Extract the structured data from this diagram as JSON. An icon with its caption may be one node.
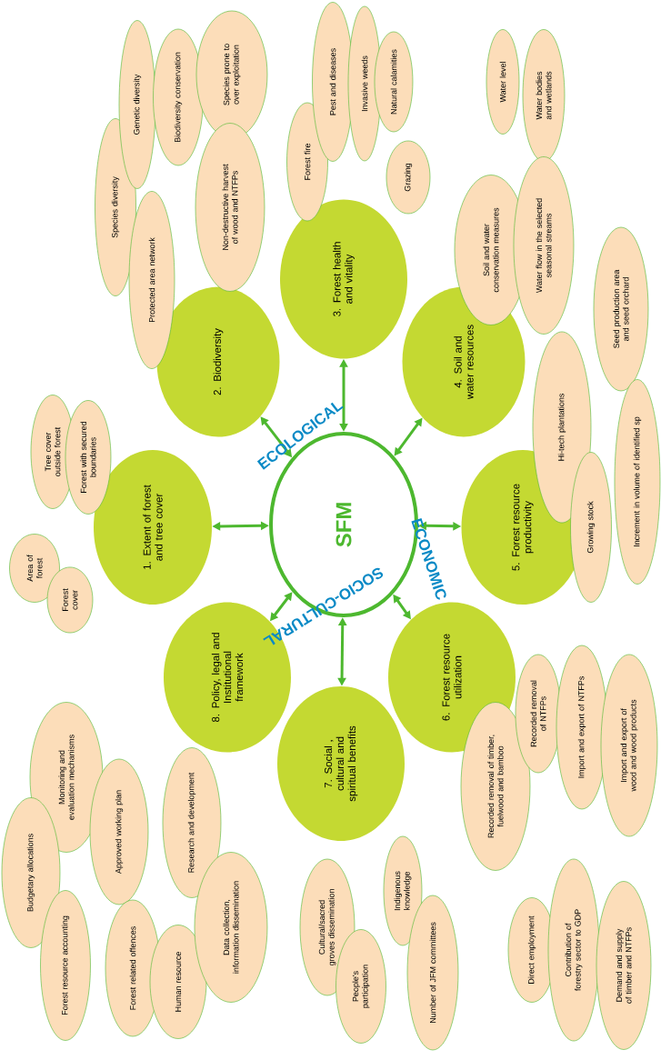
{
  "diagram": {
    "nodes": [
      {
        "text": [
          "SFM"
        ]
      },
      {
        "text": [
          "1. Extent of forest and tree cover"
        ]
      },
      {
        "text": [
          "2. Biodiversity"
        ]
      },
      {
        "text": [
          "3. Forest health and vitality"
        ]
      },
      {
        "text": [
          "4. Soil and water resources"
        ]
      },
      {
        "text": [
          "5. Forest resource productivity"
        ]
      },
      {
        "text": [
          "6. Forest resource utilization"
        ]
      },
      {
        "text": [
          "7. Social , cultural and spiritual benefits"
        ]
      },
      {
        "text": [
          "8. Policy, legal and Institutional framework"
        ]
      },
      {
        "text": [
          "Tree cover outside forest"
        ]
      },
      {
        "text": [
          "Forest with secured boundaries"
        ]
      },
      {
        "text": [
          "Area of forest"
        ]
      },
      {
        "text": [
          "Forest cover"
        ]
      },
      {
        "text": [
          "Species diversity"
        ]
      },
      {
        "text": [
          "Genetic diversity"
        ]
      },
      {
        "text": [
          "Biodiversity conservation"
        ]
      },
      {
        "text": [
          "Species prone to over exploitation"
        ]
      },
      {
        "text": [
          "Non-destructive harvest of wood and NTFPs"
        ]
      },
      {
        "text": [
          "Protected area network"
        ]
      },
      {
        "text": [
          "Forest fire"
        ]
      },
      {
        "text": [
          "Pest and diseases"
        ]
      },
      {
        "text": [
          "Invasive weeds"
        ]
      },
      {
        "text": [
          "Natural calamities"
        ]
      },
      {
        "text": [
          "Grazing"
        ]
      },
      {
        "text": [
          "Water level"
        ]
      },
      {
        "text": [
          "Water bodies and wetlands"
        ]
      },
      {
        "text": [
          "Soil and water conservation measures"
        ]
      },
      {
        "text": [
          "Water flow in the selected seasonal streams"
        ]
      },
      {
        "text": [
          "Seed production area and seed orchard"
        ]
      },
      {
        "text": [
          "Hi-tech plantations"
        ]
      },
      {
        "text": [
          "Growing stock"
        ]
      },
      {
        "text": [
          "Increment in volume of identified sp"
        ]
      },
      {
        "text": [
          "Recorded removal of timber, fuelwood and bamboo"
        ]
      },
      {
        "text": [
          "Recorded removal of NTFPs"
        ]
      },
      {
        "text": [
          "Import and export of NTFPs"
        ]
      },
      {
        "text": [
          "Import and export of wood and wood products"
        ]
      },
      {
        "text": [
          "Cultural/sacred groves dissemination"
        ]
      },
      {
        "text": [
          "People's participation"
        ]
      },
      {
        "text": [
          "Indigenous knowledge"
        ]
      },
      {
        "text": [
          "Number of JFM committees"
        ]
      },
      {
        "text": [
          "Direct employment"
        ]
      },
      {
        "text": [
          "Contribution of forestry sector to GDP"
        ]
      },
      {
        "text": [
          "Demand and supply of timber and NTFPs"
        ]
      },
      {
        "text": [
          "Monitoring and evaluation mechanisms"
        ]
      },
      {
        "text": [
          "Budgetary allocations"
        ]
      },
      {
        "text": [
          "Approved working plan"
        ]
      },
      {
        "text": [
          "Research and development"
        ]
      },
      {
        "text": [
          "Forest resource accounting"
        ]
      },
      {
        "text": [
          "Forest related offences"
        ]
      },
      {
        "text": [
          "Human resource"
        ]
      },
      {
        "text": [
          "Data collection, information dissemination"
        ]
      }
    ],
    "edges": [
      {
        "from": 0,
        "to": 1,
        "arrow": "both"
      },
      {
        "from": 0,
        "to": 2,
        "arrow": "both"
      },
      {
        "from": 0,
        "to": 3,
        "arrow": "both"
      },
      {
        "from": 0,
        "to": 4,
        "arrow": "both"
      },
      {
        "from": 0,
        "to": 5,
        "arrow": "both"
      },
      {
        "from": 0,
        "to": 6,
        "arrow": "both"
      },
      {
        "from": 0,
        "to": 7,
        "arrow": "both"
      },
      {
        "from": 0,
        "to": 8,
        "arrow": "both"
      }
    ],
    "labels": [
      "ECOLOGICAL",
      "ECONOMIC",
      "SOCIO-CULTURAL"
    ]
  }
}
